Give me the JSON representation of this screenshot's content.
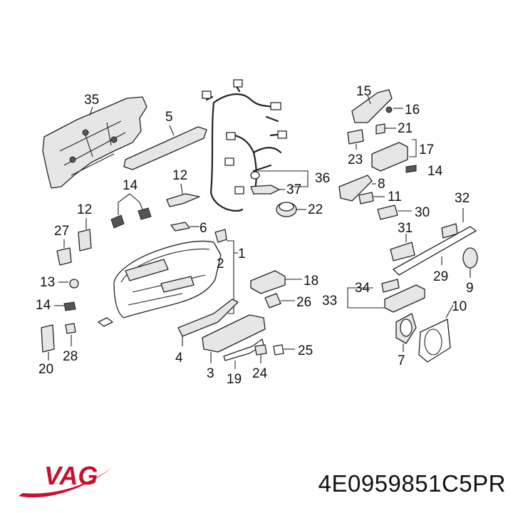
{
  "callouts": [
    "1",
    "2",
    "3",
    "4",
    "5",
    "6",
    "7",
    "8",
    "9",
    "10",
    "11",
    "12",
    "12",
    "13",
    "14",
    "14",
    "14",
    "15",
    "16",
    "17",
    "18",
    "19",
    "20",
    "21",
    "22",
    "23",
    "24",
    "25",
    "26",
    "27",
    "28",
    "29",
    "30",
    "31",
    "32",
    "33",
    "34",
    "35",
    "36",
    "37"
  ],
  "brand": {
    "logo_text": "VAG",
    "color": "#c8102e"
  },
  "part_number": "4E0959851C5PR"
}
